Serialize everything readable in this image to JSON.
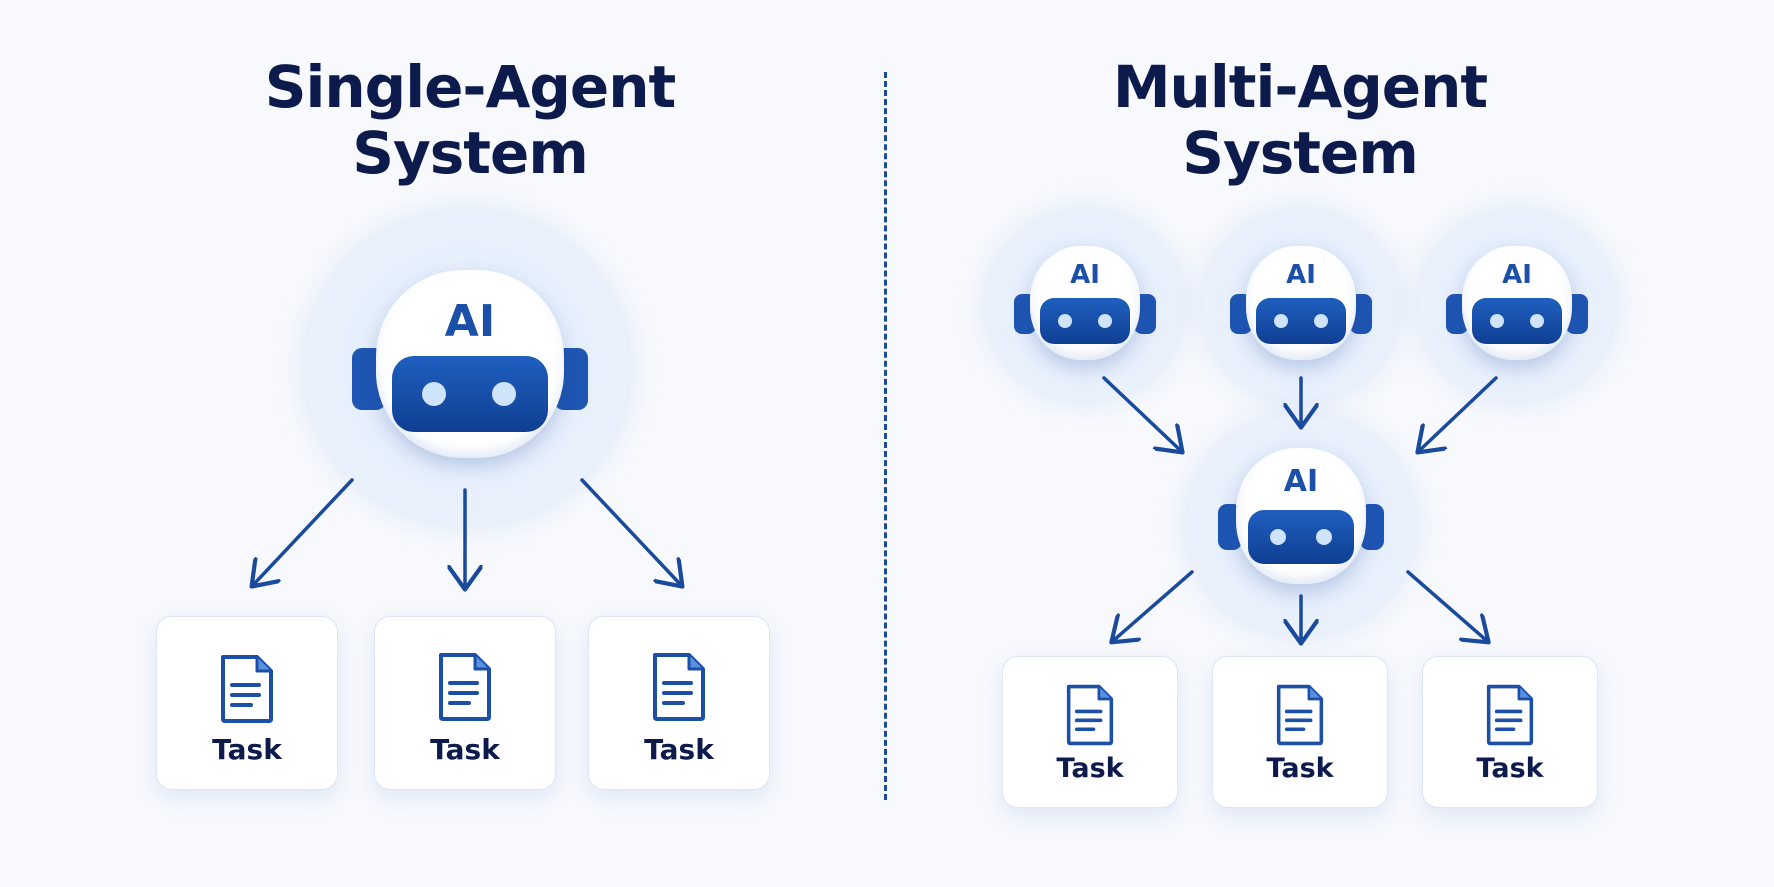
{
  "left_panel": {
    "title_line1": "Single-Agent",
    "title_line2": "System",
    "agent_label": "AI",
    "tasks": [
      "Task",
      "Task",
      "Task"
    ]
  },
  "right_panel": {
    "title_line1": "Multi-Agent",
    "title_line2": "System",
    "agent_labels": [
      "AI",
      "AI",
      "AI"
    ],
    "coordinator_label": "AI",
    "tasks": [
      "Task",
      "Task",
      "Task"
    ]
  },
  "colors": {
    "title": "#0d1b4c",
    "accent": "#1c4fa8",
    "arrow": "#1a4a9c"
  }
}
